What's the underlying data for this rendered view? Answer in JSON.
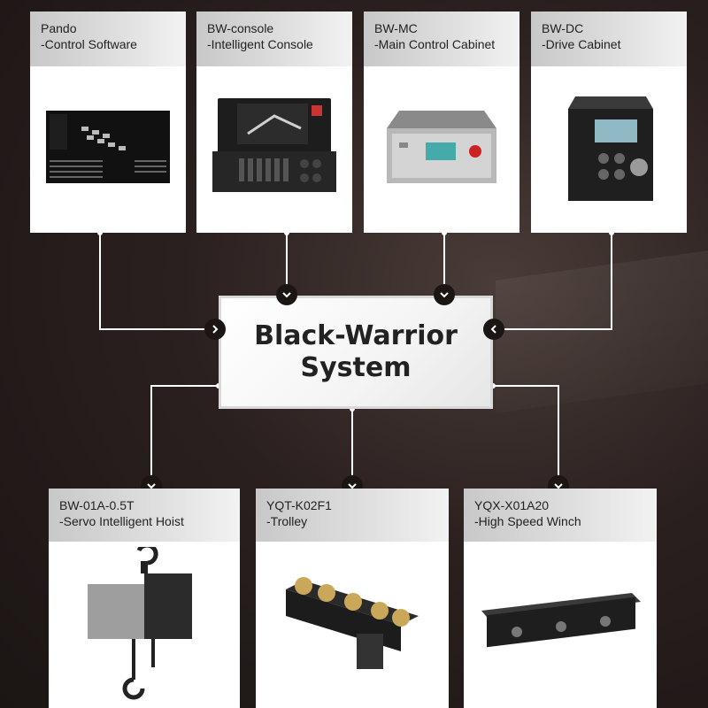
{
  "top_products": [
    {
      "name": "Pando",
      "desc": "-Control Software",
      "icon": "control-software-screen-icon"
    },
    {
      "name": "BW-console",
      "desc": "-Intelligent Console",
      "icon": "console-icon"
    },
    {
      "name": "BW-MC",
      "desc": "-Main Control Cabinet",
      "icon": "control-cabinet-icon"
    },
    {
      "name": "BW-DC",
      "desc": "-Drive Cabinet",
      "icon": "drive-cabinet-icon"
    }
  ],
  "center": {
    "line1": "Black-Warrior",
    "line2": "System"
  },
  "bottom_products": [
    {
      "name": "BW-01A-0.5T",
      "desc": "-Servo Intelligent Hoist",
      "icon": "hoist-icon"
    },
    {
      "name": "YQT-K02F1",
      "desc": "-Trolley",
      "icon": "trolley-icon"
    },
    {
      "name": "YQX-X01A20",
      "desc": "-High Speed Winch",
      "icon": "winch-icon"
    }
  ],
  "colors": {
    "background": "#1b1514",
    "card": "#ffffff",
    "header": "#d6d6d6",
    "line": "#ffffff",
    "node": "#1b1514"
  }
}
